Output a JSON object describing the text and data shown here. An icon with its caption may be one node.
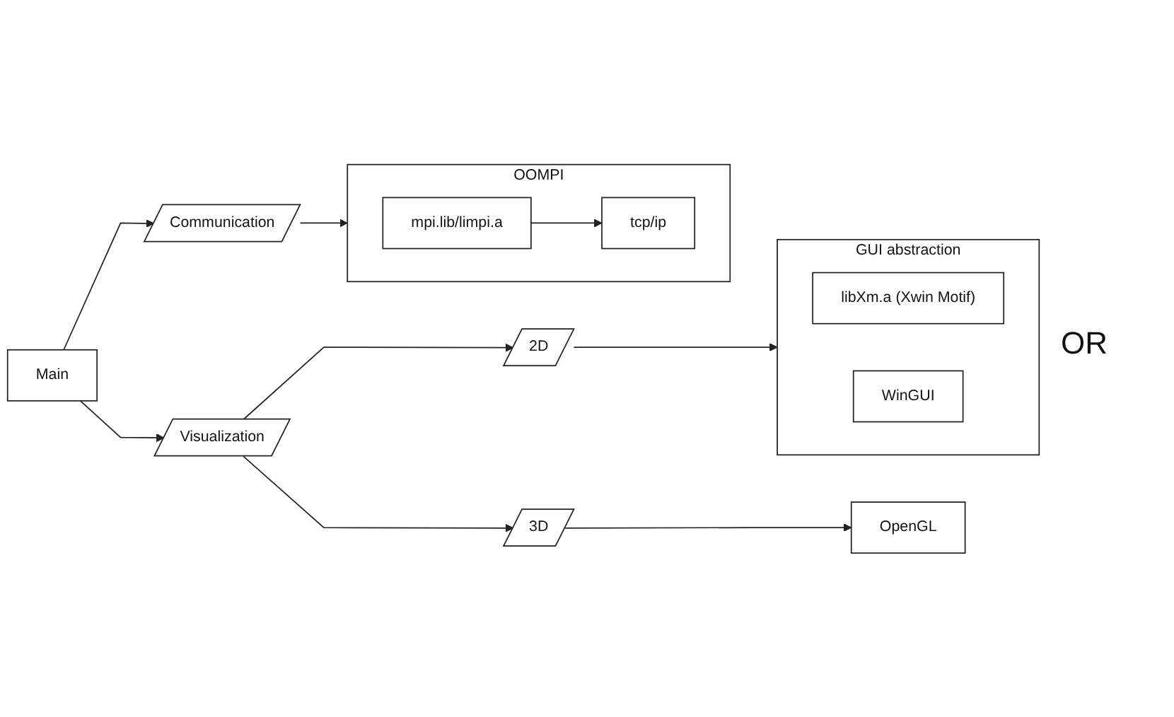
{
  "diagram": {
    "nodes": [
      {
        "text": [
          "Main"
        ]
      },
      {
        "text": [
          "Communication"
        ]
      },
      {
        "text": [
          "OOMPI"
        ]
      },
      {
        "text": [
          "mpi.lib/limpi.a"
        ],
        "in": 2
      },
      {
        "text": [
          "tcp/ip"
        ],
        "in": 2
      },
      {
        "text": [
          "Visualization"
        ]
      },
      {
        "text": [
          "2D"
        ]
      },
      {
        "text": [
          "GUI abstraction"
        ]
      },
      {
        "text": [
          "libXm.a (Xwin Motif)"
        ],
        "in": 7
      },
      {
        "text": [
          "WinGUI"
        ],
        "in": 7
      },
      {
        "text": [
          "3D"
        ]
      },
      {
        "text": [
          "OpenGL"
        ]
      }
    ],
    "edges": [
      {
        "from": 0,
        "to": 1,
        "arrow": "to"
      },
      {
        "from": 1,
        "to": 2,
        "arrow": "to"
      },
      {
        "from": 3,
        "to": 4,
        "arrow": "to"
      },
      {
        "from": 0,
        "to": 5,
        "arrow": "to"
      },
      {
        "from": 5,
        "to": 6,
        "arrow": "to"
      },
      {
        "from": 6,
        "to": 7,
        "arrow": "to"
      },
      {
        "from": 5,
        "to": 10,
        "arrow": "to"
      },
      {
        "from": 10,
        "to": 11,
        "arrow": "to"
      }
    ],
    "labels": [
      "OR"
    ]
  }
}
